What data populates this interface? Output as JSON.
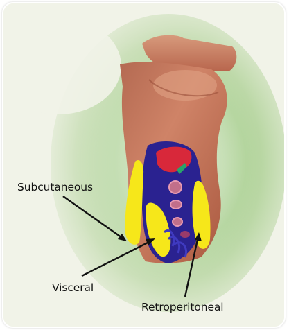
{
  "labels": {
    "subcutaneous": "Subcutaneous",
    "visceral": "Visceral",
    "retroperitoneal": "Retroperitoneal"
  },
  "colors": {
    "background": "#f1f3e8",
    "halo_green": "#8fc07a",
    "skin": "#c8745a",
    "fat_yellow": "#f6e71a",
    "cavity_blue": "#2a2290",
    "liver_red": "#d8283a",
    "arrow": "#111111"
  }
}
